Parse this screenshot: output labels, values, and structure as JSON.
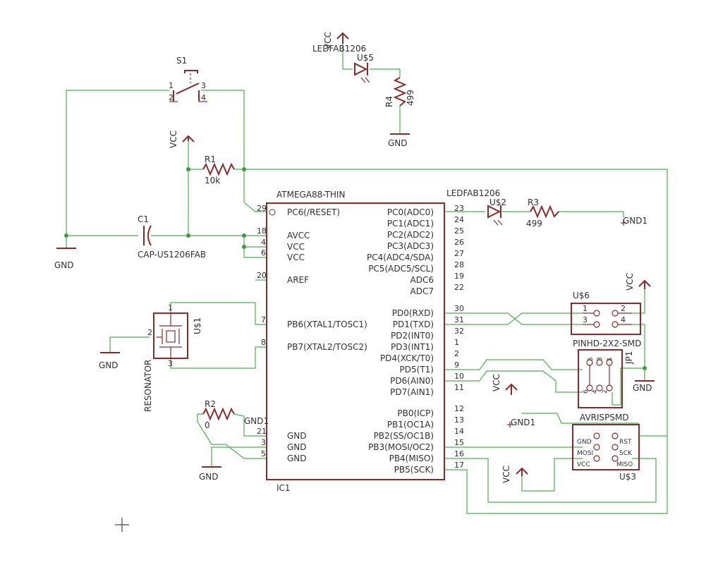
{
  "ic1": {
    "ref": "IC1",
    "value": "ATMEGA88-THIN",
    "left_pins": [
      {
        "num": "29",
        "name": "PC6(/RESET)"
      },
      {
        "num": "18",
        "name": "AVCC"
      },
      {
        "num": "4",
        "name": "VCC"
      },
      {
        "num": "6",
        "name": "VCC"
      },
      {
        "num": "20",
        "name": "AREF"
      },
      {
        "num": "7",
        "name": "PB6(XTAL1/TOSC1)"
      },
      {
        "num": "8",
        "name": "PB7(XTAL2/TOSC2)"
      },
      {
        "num": "21",
        "name": "GND"
      },
      {
        "num": "3",
        "name": "GND"
      },
      {
        "num": "5",
        "name": "GND"
      }
    ],
    "right_pins": [
      {
        "num": "23",
        "name": "PC0(ADC0)"
      },
      {
        "num": "24",
        "name": "PC1(ADC1)"
      },
      {
        "num": "25",
        "name": "PC2(ADC2)"
      },
      {
        "num": "26",
        "name": "PC3(ADC3)"
      },
      {
        "num": "27",
        "name": "PC4(ADC4/SDA)"
      },
      {
        "num": "28",
        "name": "PC5(ADC5/SCL)"
      },
      {
        "num": "19",
        "name": "ADC6"
      },
      {
        "num": "22",
        "name": "ADC7"
      },
      {
        "num": "30",
        "name": "PD0(RXD)"
      },
      {
        "num": "31",
        "name": "PD1(TXD)"
      },
      {
        "num": "32",
        "name": "PD2(INT0)"
      },
      {
        "num": "1",
        "name": "PD3(INT1)"
      },
      {
        "num": "2",
        "name": "PD4(XCK/T0)"
      },
      {
        "num": "9",
        "name": "PD5(T1)"
      },
      {
        "num": "10",
        "name": "PD6(AIN0)"
      },
      {
        "num": "11",
        "name": "PD7(AIN1)"
      },
      {
        "num": "12",
        "name": "PB0(ICP)"
      },
      {
        "num": "13",
        "name": "PB1(OC1A)"
      },
      {
        "num": "14",
        "name": "PB2(SS/OC1B)"
      },
      {
        "num": "15",
        "name": "PB3(MOSI/OC2)"
      },
      {
        "num": "16",
        "name": "PB4(MISO)"
      },
      {
        "num": "17",
        "name": "PB5(SCK)"
      }
    ]
  },
  "s1": {
    "ref": "S1",
    "pins": [
      "1",
      "2",
      "3",
      "4"
    ]
  },
  "r1": {
    "ref": "R1",
    "value": "10k"
  },
  "r2": {
    "ref": "R2",
    "value": "0"
  },
  "r3": {
    "ref": "R3",
    "value": "499"
  },
  "r4": {
    "ref": "R4",
    "value": "499"
  },
  "c1": {
    "ref": "C1",
    "value": "CAP-US1206FAB"
  },
  "u5": {
    "ref": "U$5",
    "value": "LEDFAB1206"
  },
  "u2": {
    "ref": "U$2",
    "value": "LEDFAB1206"
  },
  "u1": {
    "ref": "U$1",
    "value": "RESONATOR",
    "pins": [
      "1",
      "2",
      "3"
    ]
  },
  "u6": {
    "ref": "U$6",
    "value": "PINHD-2X2-SMD",
    "pins": [
      "1",
      "2",
      "3",
      "4"
    ]
  },
  "jp1": {
    "ref": "JP1",
    "pins": [
      "5",
      "3",
      "1",
      "6",
      "4",
      "2"
    ]
  },
  "u3": {
    "ref": "U$3",
    "value": "AVRISPSMD",
    "pin_labels": [
      "GND",
      "RST",
      "MOSI",
      "SCK",
      "VCC",
      "MISO"
    ]
  },
  "supply": {
    "vcc": "VCC",
    "gnd": "GND",
    "gnd1": "GND1"
  }
}
